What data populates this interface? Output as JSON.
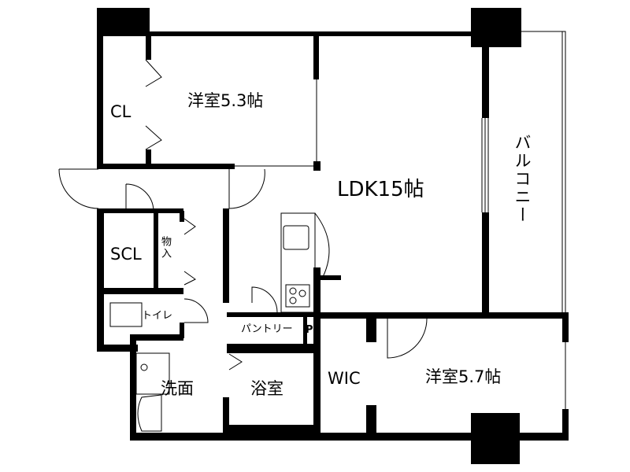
{
  "title": "Floor plan",
  "rooms": {
    "western_room_1": "洋室5.3帖",
    "closet": "CL",
    "ldk": "LDK15帖",
    "balcony": "バルコニー",
    "shoe_closet": "SCL",
    "storage": "物入",
    "toilet": "トイレ",
    "pantry": "パントリー",
    "pipe_space": "PS",
    "washroom": "洗面",
    "bathroom": "浴室",
    "walk_in_closet": "WIC",
    "western_room_2": "洋室5.7帖"
  },
  "colors": {
    "wall": "#000000",
    "line": "#000000",
    "background": "#ffffff"
  }
}
